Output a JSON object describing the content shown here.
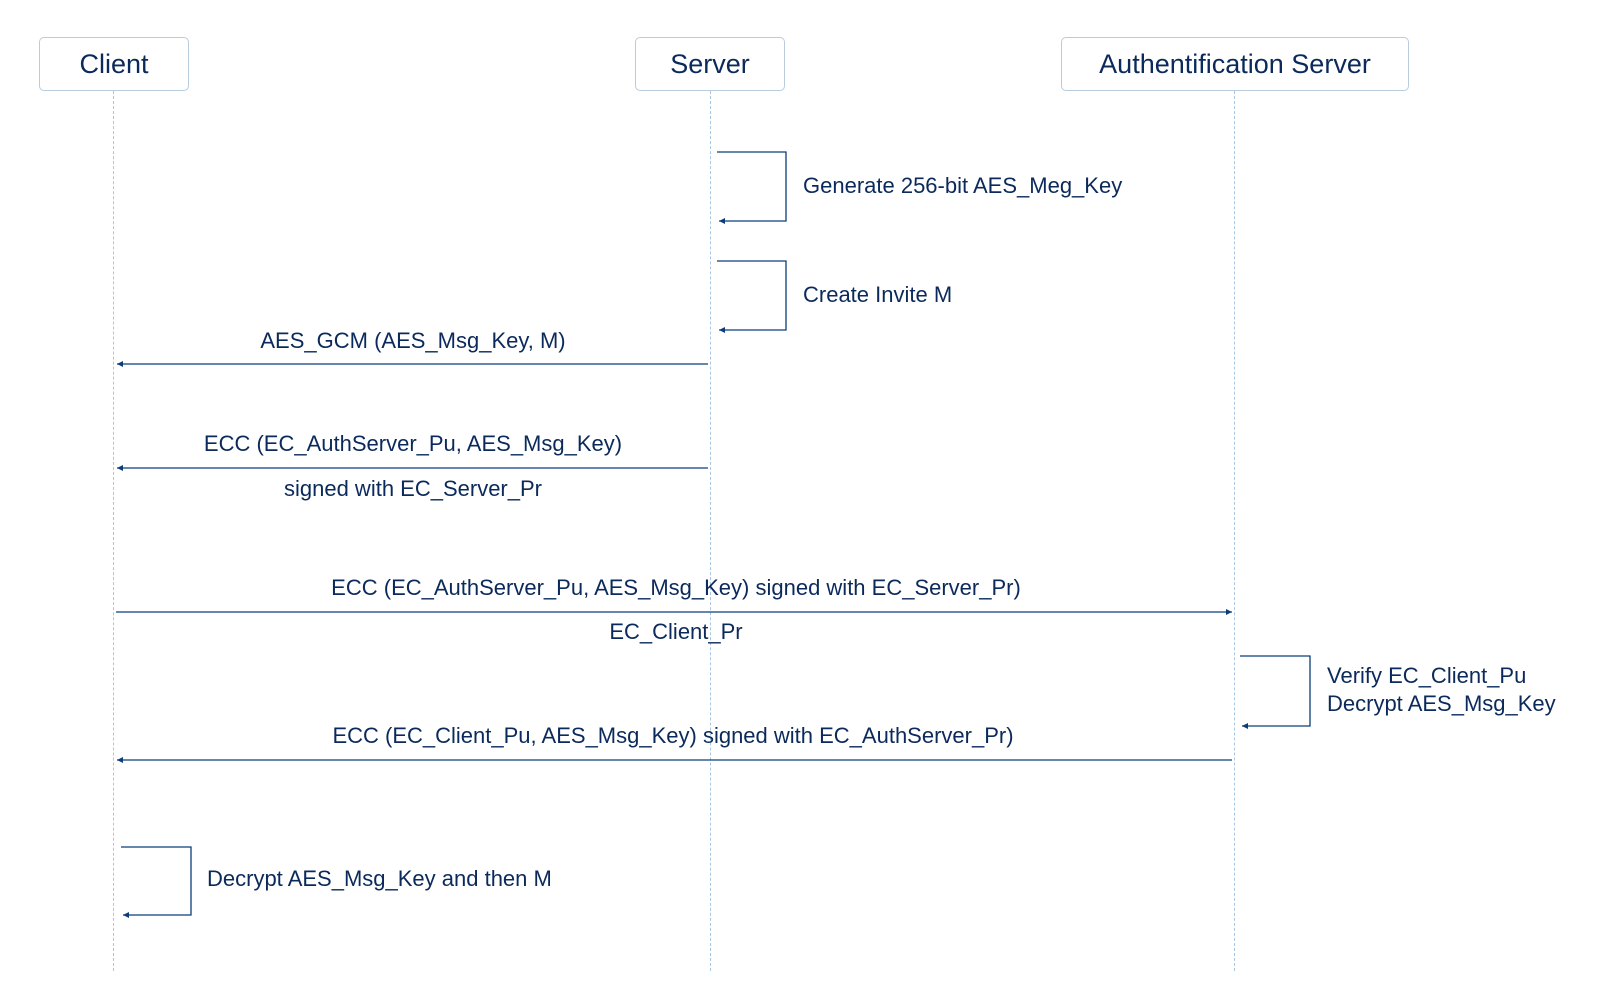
{
  "actors": {
    "client": "Client",
    "server": "Server",
    "auth": "Authentification Server"
  },
  "steps": {
    "generate_key": "Generate 256-bit AES_Meg_Key",
    "create_invite": "Create Invite M",
    "msg1_label": "AES_GCM (AES_Msg_Key, M)",
    "msg2_label": "ECC (EC_AuthServer_Pu, AES_Msg_Key)",
    "msg2_sublabel": "signed with EC_Server_Pr",
    "msg3_label": "ECC (EC_AuthServer_Pu, AES_Msg_Key) signed with EC_Server_Pr)",
    "msg3_sublabel": "EC_Client_Pr",
    "verify_line1": "Verify EC_Client_Pu",
    "verify_line2": "Decrypt AES_Msg_Key",
    "msg4_label": "ECC (EC_Client_Pu, AES_Msg_Key) signed with EC_AuthServer_Pr)",
    "decrypt_final": "Decrypt AES_Msg_Key and then M"
  },
  "colors": {
    "line": "#0b3d7a",
    "lifeline": "#a9c6e2",
    "box_border": "#b9ccdd",
    "text": "#0b2a5b"
  }
}
